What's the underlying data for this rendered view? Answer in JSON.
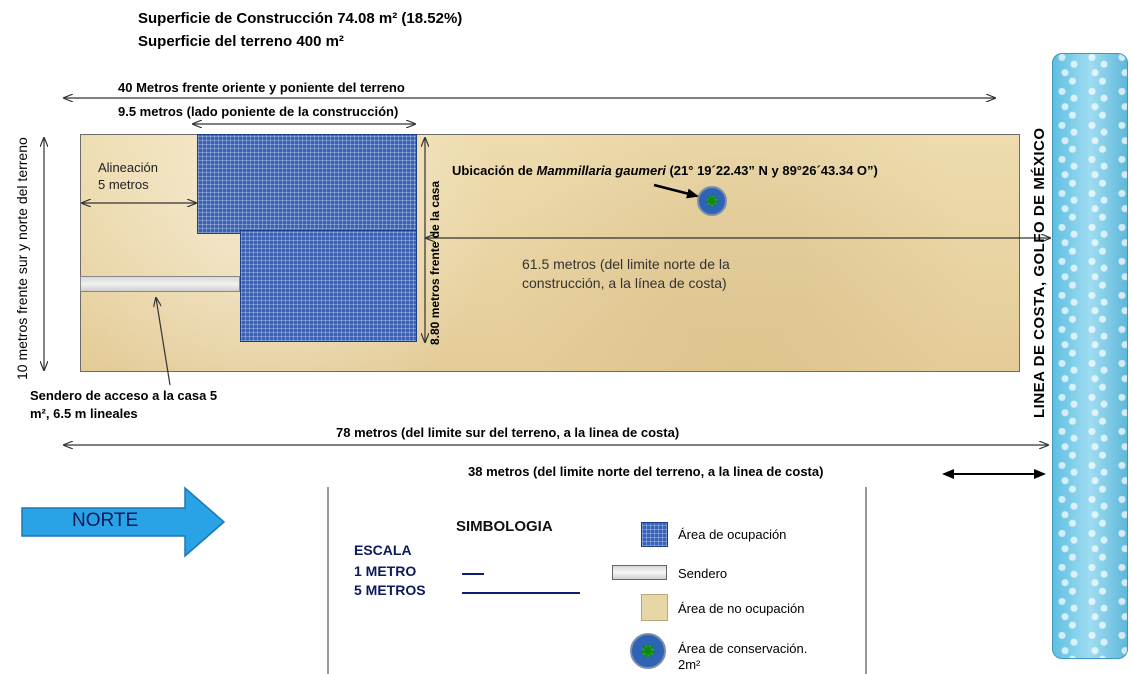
{
  "header": {
    "line1": "Superficie de  Construcción 74.08 m² (18.52%)",
    "line2": "Superficie del terreno 400 m²"
  },
  "dimensions": {
    "width_label": "40  Metros frente oriente y poniente del terreno",
    "construction_label": "9.5 metros (lado poniente de la construcción)",
    "side_label": "10 metros  frente sur y norte  del   terreno",
    "house_front_label": "8.80 metros frente de la casa",
    "alignment_label_1": "Alineación",
    "alignment_label_2": "5 metros",
    "coast_from_construction_1": "61.5 metros (del limite norte de la",
    "coast_from_construction_2": "construcción, a la línea de costa)",
    "total_length_label": "78 metros (del limite sur del terreno, a la linea de costa)",
    "north_coast_label": "38 metros (del limite norte del terreno, a la linea de costa)"
  },
  "path_note": {
    "line1": "Sendero de acceso a la casa  5",
    "line2": "m², 6.5 m lineales"
  },
  "location": {
    "prefix": "Ubicación  de ",
    "species": "Mammillaria gaumeri",
    "coords": "  (21° 19´22.43”  N y 89°26´43.34  O”)"
  },
  "coast": {
    "label": "LINEA DE COSTA, GOLFO DE   MÉXICO"
  },
  "north_arrow": {
    "label": "NORTE"
  },
  "legend": {
    "title": "SIMBOLOGIA",
    "scale_title": "ESCALA",
    "scale_1": "1 METRO",
    "scale_5": "5 METROS",
    "items": [
      {
        "label": "Área de ocupación"
      },
      {
        "label": "Sendero"
      },
      {
        "label": "Área de no ocupación"
      },
      {
        "label": "Área de conservación.",
        "label2": "2m²"
      }
    ]
  },
  "colors": {
    "occupied": "#3a62b8",
    "unoccupied": "#e9d6a6",
    "arrow_blue": "#29a3e6",
    "scale_line": "#0b1f6b"
  }
}
